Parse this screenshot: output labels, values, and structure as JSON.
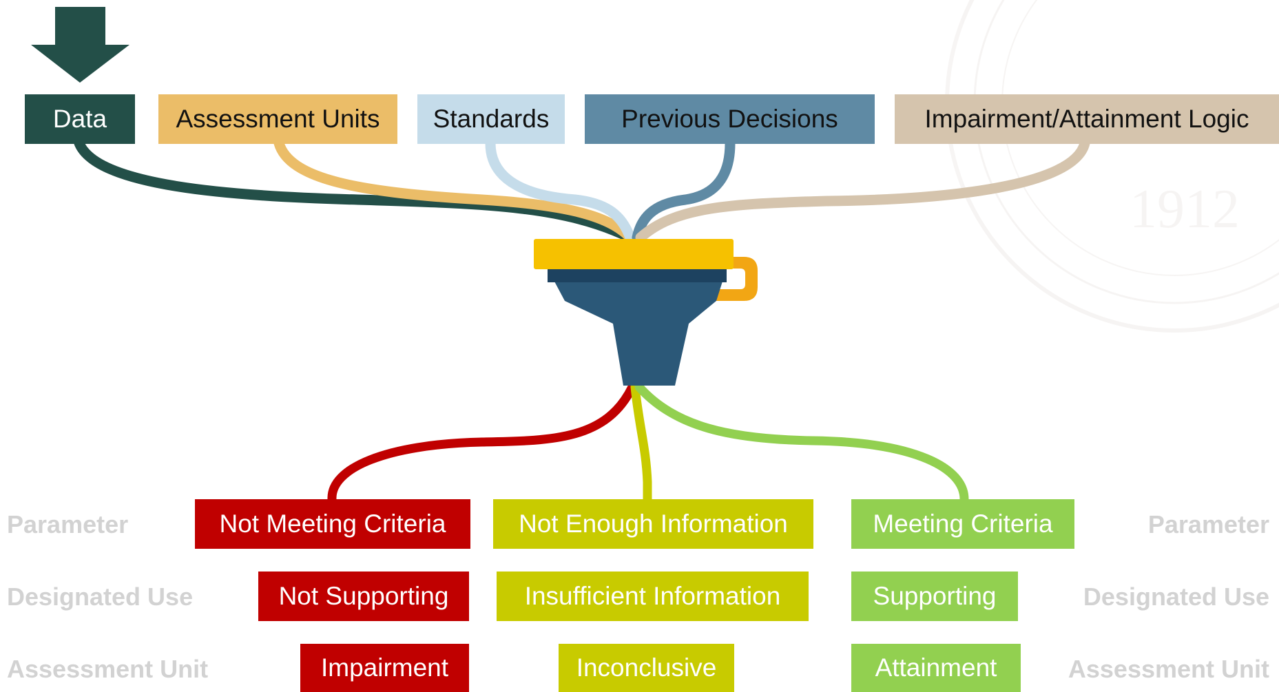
{
  "inputs": [
    {
      "key": "data",
      "label": "Data",
      "color": "#234f48",
      "text_color": "#ffffff"
    },
    {
      "key": "assessment_units",
      "label": "Assessment Units",
      "color": "#ebbd68",
      "text_color": "#111111"
    },
    {
      "key": "standards",
      "label": "Standards",
      "color": "#c5dcea",
      "text_color": "#111111"
    },
    {
      "key": "previous_decisions",
      "label": "Previous Decisions",
      "color": "#5f8aa4",
      "text_color": "#111111"
    },
    {
      "key": "logic",
      "label": "Impairment/Attainment Logic",
      "color": "#d5c4ad",
      "text_color": "#111111"
    }
  ],
  "outcomes": {
    "parameter": [
      "Not Meeting Criteria",
      "Not Enough Information",
      "Meeting Criteria"
    ],
    "designated_use": [
      "Not Supporting",
      "Insufficient Information",
      "Supporting"
    ],
    "assessment_unit": [
      "Impairment",
      "Inconclusive",
      "Attainment"
    ]
  },
  "row_labels": {
    "parameter": "Parameter",
    "designated_use": "Designated Use",
    "assessment_unit": "Assessment Unit"
  },
  "colors": {
    "red": "#c00000",
    "yellow": "#c8cb00",
    "green": "#92d050",
    "funnel_rim": "#f6c100",
    "funnel_handle": "#f2a614",
    "funnel_body": "#2b5878",
    "arrow": "#234f48",
    "row_label": "#d2d2d2"
  },
  "icons": [
    "down-arrow-icon",
    "funnel-icon",
    "seal-watermark-icon"
  ]
}
